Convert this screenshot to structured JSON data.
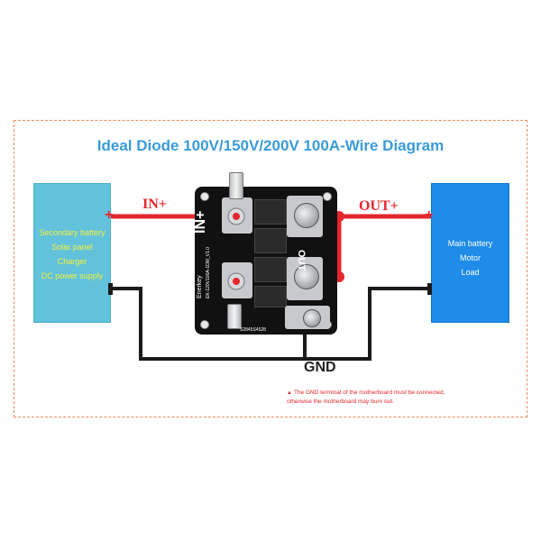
{
  "title": "Ideal Diode 100V/150V/200V 100A-Wire Diagram",
  "source_box": {
    "lines": [
      "Secondary battery",
      "Solar panel",
      "Charger",
      "DC power supply"
    ],
    "color": "#62c2dc",
    "text_color": "#f5ef3c"
  },
  "load_box": {
    "lines": [
      "Main battery",
      "Motor",
      "Load"
    ],
    "color": "#1e8ce8",
    "text_color": "#ffffff"
  },
  "labels": {
    "in_plus": "IN+",
    "out_plus": "OUT+",
    "gnd": "GND",
    "plus_sign": "+"
  },
  "board": {
    "silk_in": "IN+",
    "silk_out": "OUT",
    "brand": "Enerkey",
    "model_line": "EK-120V100A-1DM_V1.0",
    "bottom_code": "S2845S4528"
  },
  "warning": {
    "line1": "The GND terminal of the motherboard must be connected,",
    "line2": "otherwise the motherboard may burn out."
  },
  "colors": {
    "wire_red": "#e5262c",
    "wire_black": "#1a1a1a",
    "frame": "#f08a5a",
    "title": "#3a9bd8"
  },
  "icons": [
    "warning-triangle-icon"
  ]
}
